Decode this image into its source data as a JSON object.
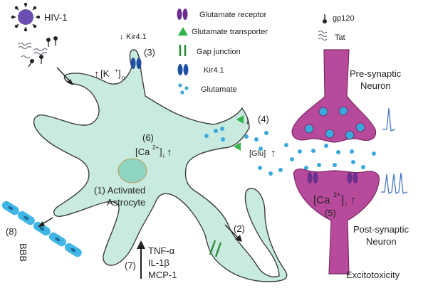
{
  "virus": {
    "label": "HIV-1"
  },
  "legend": {
    "items": [
      {
        "key": "glutamate_receptor",
        "label": "Glutamate receptor",
        "icon": "glutamate-receptor-icon"
      },
      {
        "key": "glutamate_transporter",
        "label": "Glutamate transporter",
        "icon": "glutamate-transporter-icon"
      },
      {
        "key": "gap_junction",
        "label": "Gap junction",
        "icon": "gap-junction-icon"
      },
      {
        "key": "kir41",
        "label": "Kir4.1",
        "icon": "kir41-icon"
      },
      {
        "key": "glutamate",
        "label": "Glutamate",
        "icon": "glutamate-icon"
      },
      {
        "key": "gp120",
        "label": "gp120",
        "icon": "gp120-icon"
      },
      {
        "key": "tat",
        "label": "Tat",
        "icon": "tat-icon"
      }
    ]
  },
  "annotations": {
    "kir_label": "Kir4.1",
    "step3": "(3)",
    "potassium": "[K",
    "potassium_sup": "+",
    "potassium_sub": "o",
    "step4": "(4)",
    "step6": "(6)",
    "calcium_astro": "[Ca",
    "calcium_sup": "2+",
    "calcium_sub": "i",
    "glu": "[Glu]",
    "step1": "(1) Activated",
    "astrocyte": "Astrocyte",
    "step8": "(8)",
    "bbb": "BBB",
    "step2": "(2)",
    "step7": "(7)",
    "cytokines": [
      "TNF-α",
      "IL-1β",
      "MCP-1"
    ],
    "pre_synaptic": [
      "Pre-synaptic",
      "Neuron"
    ],
    "post_synaptic": [
      "Post-synaptic",
      "Neuron"
    ],
    "calcium_neuron": "[Ca",
    "step5": "(5)",
    "excitotoxicity": "Excitotoxicity"
  },
  "colors": {
    "astrocyte_fill": "#c9ebdf",
    "astrocyte_stroke": "#3d3d3d",
    "nucleus": "#8fd3c1",
    "neuron_fill": "#b74a9b",
    "neuron_stroke": "#7a2a66",
    "receptor": "#6a2f8f",
    "transporter": "#34b34a",
    "gap_junction": "#2f8a3a",
    "kir": "#1f4fa3",
    "glutamate": "#3aa9dc",
    "bbb": "#3fb6e6",
    "virus": "#6a4fb0",
    "trace": "#3a6fc2"
  }
}
